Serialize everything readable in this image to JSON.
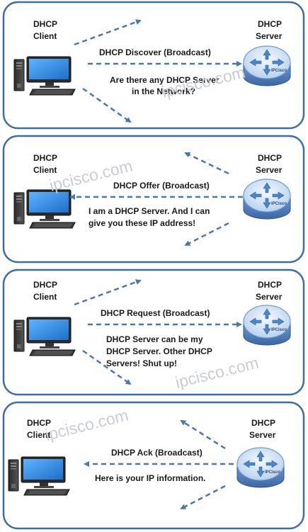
{
  "panels": [
    {
      "client_label": [
        "DHCP",
        "Client"
      ],
      "server_label": [
        "DHCP",
        "Server"
      ],
      "message": "DHCP Discover (Broadcast)",
      "description": [
        "Are there any DHCP Server",
        "in the Network?"
      ],
      "direction": "client-to-server"
    },
    {
      "client_label": [
        "DHCP",
        "Client"
      ],
      "server_label": [
        "DHCP",
        "Server"
      ],
      "message": "DHCP Offer (Broadcast)",
      "description": [
        "I am a DHCP Server. And I can",
        "give you these IP address!"
      ],
      "direction": "server-to-client"
    },
    {
      "client_label": [
        "DHCP",
        "Client"
      ],
      "server_label": [
        "DHCP",
        "Server"
      ],
      "message": "DHCP Request (Broadcast)",
      "description": [
        "DHCP Server can be my",
        "DHCP Server. Other DHCP",
        "Servers! Shut up!"
      ],
      "direction": "client-to-server"
    },
    {
      "client_label": [
        "DHCP",
        "Client"
      ],
      "server_label": [
        "DHCP",
        "Server"
      ],
      "message": "DHCP Ack (Broadcast)",
      "description": [
        "Here is your IP information."
      ],
      "direction": "server-to-client"
    }
  ],
  "router_logo": "IPCisco",
  "watermark": "ipcisco.com",
  "colors": {
    "panel_border": "#3d6fa3",
    "arrow": "#4a78ad",
    "monitor_screen": "#2f8ee0",
    "router_fill": "#cfe0f2"
  }
}
